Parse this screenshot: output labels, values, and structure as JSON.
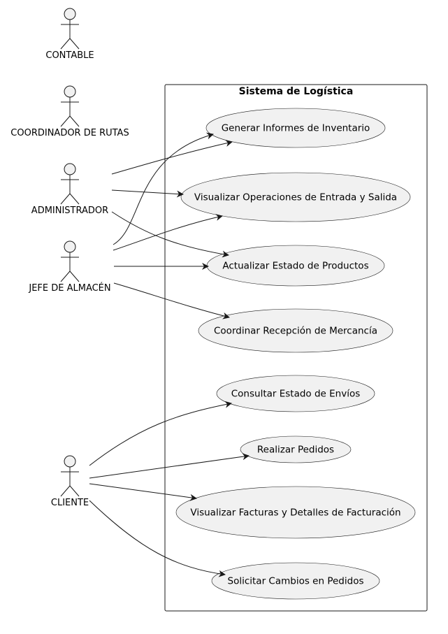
{
  "system": {
    "title": "Sistema de Logística"
  },
  "actors": {
    "contable": "CONTABLE",
    "coordinador": "COORDINADOR DE RUTAS",
    "administrador": "ADMINISTRADOR",
    "jefe": "JEFE DE ALMACÉN",
    "cliente": "CLIENTE"
  },
  "use_cases": {
    "informes": "Generar Informes de Inventario",
    "operaciones": "Visualizar Operaciones de Entrada y Salida",
    "actualizar": "Actualizar Estado de Productos",
    "recepcion": "Coordinar Recepción de Mercancía",
    "envios": "Consultar Estado de Envíos",
    "pedidos": "Realizar Pedidos",
    "facturas": "Visualizar Facturas y Detalles de Facturación",
    "cambios": "Solicitar Cambios en Pedidos"
  },
  "colors": {
    "fill": "#f1f1f1",
    "stroke": "#181818",
    "background": "#ffffff"
  }
}
